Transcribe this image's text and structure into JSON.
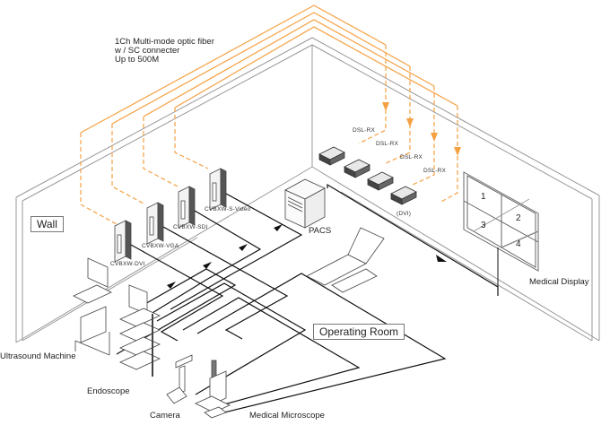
{
  "diagram": {
    "title_note": {
      "line1": "1Ch Multi-mode optic fiber",
      "line2": "w / SC connecter",
      "line3": "Up to 500M"
    },
    "areas": {
      "wall": "Wall",
      "operating_room": "Operating Room"
    },
    "transmitters": [
      {
        "label": "CVBXW-DVI"
      },
      {
        "label": "CVBXW-VGA"
      },
      {
        "label": "CVBXW-SDI"
      },
      {
        "label": "CVBXW-S-Video"
      }
    ],
    "receivers": [
      {
        "label": "DSL-RX"
      },
      {
        "label": "DSL-RX"
      },
      {
        "label": "DSL-RX"
      },
      {
        "label": "DSL-RX"
      }
    ],
    "receiver_note": "(DVI)",
    "sources": [
      {
        "label": "Ultrasound Machine"
      },
      {
        "label": "Endoscope"
      },
      {
        "label": "Camera"
      },
      {
        "label": "Medical Microscope"
      }
    ],
    "server": "PACS",
    "display": {
      "label": "Medical Display",
      "panels": [
        "1",
        "2",
        "3",
        "4"
      ]
    },
    "colors": {
      "fiber": "#f5a042",
      "cable": "#111111",
      "wall_line": "#999999"
    }
  }
}
